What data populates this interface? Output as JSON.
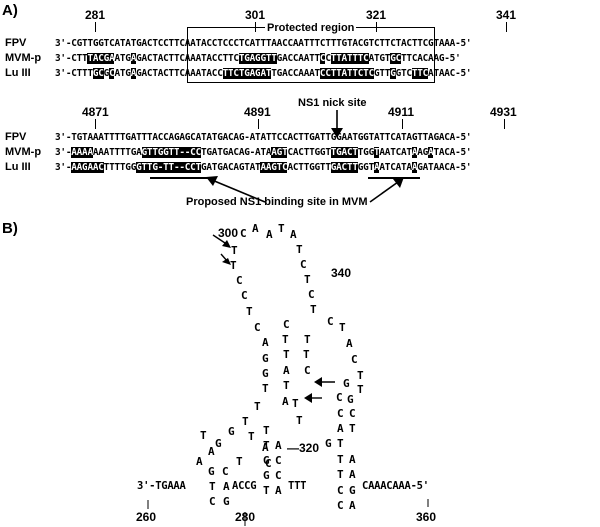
{
  "panel_a": {
    "label": "A)",
    "block1": {
      "numbers": [
        "281",
        "301",
        "321",
        "341"
      ],
      "protected_label": "Protected region",
      "rows": [
        {
          "name": "FPV",
          "seq": "3'-CGTTGGTCATATGACTCCTTCAATACCTCCCTCATTTAACCAATTTCTTTGTACGTCTTCTACTTCGTAAA-5'"
        },
        {
          "name": "MVM-p",
          "seq": "3'-CTTTACGAATGAGACTACTTCAAATACCTTCTGAGGTTGACCAATTCCTTATTTCATGTGCTTCACAAG-5'"
        },
        {
          "name": "Lu III",
          "seq": "3'-CTTTGCGCATGAGACTACTTCAAATACCTTCTGAGATTGACCAAATCCTTATTCTCGTTGGTCTTCATAAC-5'"
        }
      ]
    },
    "block2": {
      "numbers": [
        "4871",
        "4891",
        "4911",
        "4931"
      ],
      "nick_label": "NS1 nick site",
      "binding_label": "Proposed  NS1 binding site in MVM",
      "rows": [
        {
          "name": "FPV",
          "seq": "3'-TGTAAATTTTGATTTACCAGAGCATATGACAG-ATATTCCACTTGATTGGAATGGTATTCATAGTTAGACA-5'"
        },
        {
          "name": "MVM-p",
          "seq": "3'-AAAAAAATTTTGAGTTGGTT--CCTGATGACAG-ATAAGTCACTTGGTTGACTTGGTAATCATAAGATACA-5'"
        },
        {
          "name": "Lu III",
          "seq": "3'-AAGAACTTTTGGGTTG-TT--CCTGATGACAGTATAAGTCACTTGGTTGACTTGGTAATCATAAGATAACA-5'"
        }
      ]
    }
  },
  "panel_b": {
    "label": "B)",
    "bottom_left": "3'-TGAAA",
    "bottom_mid1": "ACCG",
    "bottom_mid2": "TTT",
    "bottom_right": "CAAACAAA-5'",
    "numbers": {
      "n260": "260",
      "n280": "280",
      "n300": "300",
      "n320": "—320",
      "n340": "340",
      "n360": "360"
    }
  }
}
